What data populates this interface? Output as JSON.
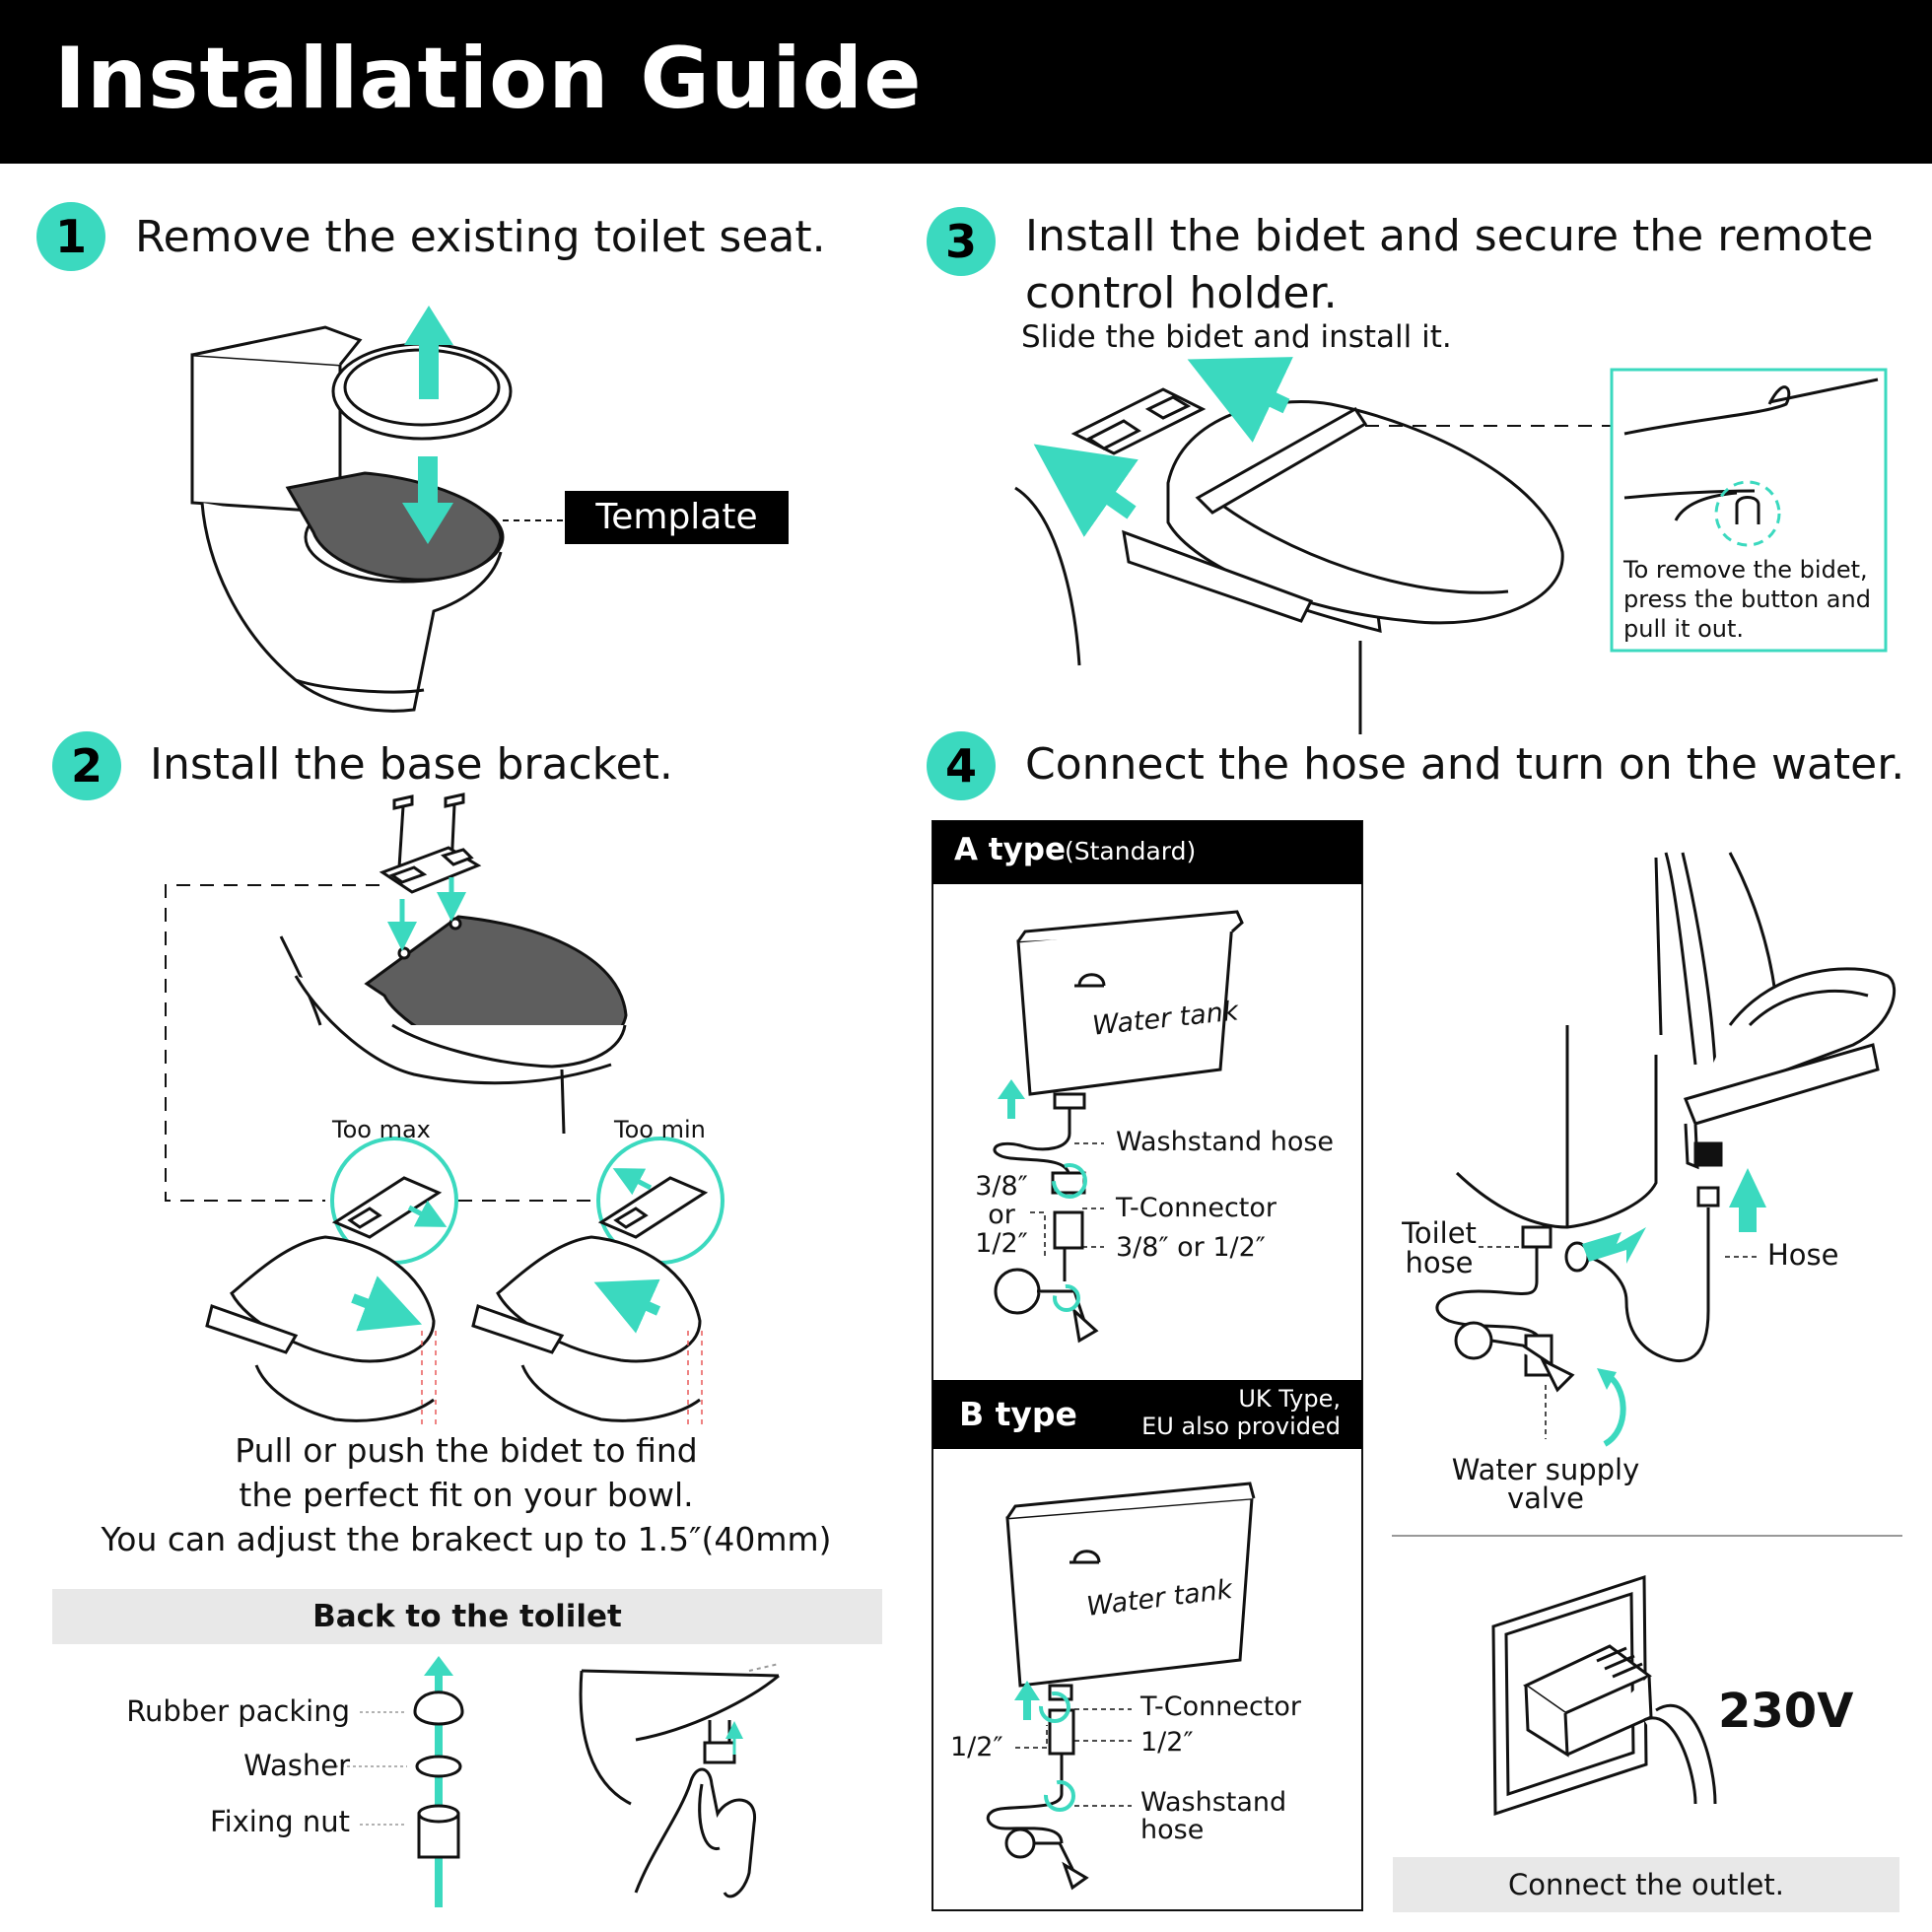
{
  "header": {
    "title": "Installation Guide"
  },
  "colors": {
    "accent": "#3bd9bf",
    "dark": "#000000",
    "panel_grey": "#e8e8e8",
    "seat_grey": "#5e5e5e"
  },
  "step1": {
    "number": "1",
    "title": "Remove the existing toilet seat.",
    "template_label": "Template"
  },
  "step2": {
    "number": "2",
    "title": "Install the base bracket.",
    "too_max": "Too max",
    "too_min": "Too min",
    "desc": [
      "Pull or push the bidet to find",
      "the perfect fit on your bowl.",
      "You can adjust the brakect up to 1.5″(40mm)"
    ],
    "back_bar": "Back to the tolilet",
    "parts": [
      "Rubber packing",
      "Washer",
      "Fixing nut"
    ]
  },
  "step3": {
    "number": "3",
    "title_lines": [
      "Install the bidet and secure the remote",
      "control holder."
    ],
    "subtitle": "Slide the bidet and install it.",
    "note_lines": [
      "To remove the bidet,",
      "press the button and",
      "pull it out."
    ]
  },
  "step4": {
    "number": "4",
    "title": "Connect the hose and turn on the water.",
    "a_type": {
      "title": "A type",
      "sub": "(Standard)",
      "tank": "Water tank",
      "washstand_hose": "Washstand hose",
      "t_connector": "T-Connector",
      "t_size": "3/8″ or 1/2″",
      "size_lines": [
        "3/8″",
        "or",
        "1/2″"
      ]
    },
    "b_type": {
      "title": "B type",
      "sub_lines": [
        "UK Type,",
        "EU also provided"
      ],
      "tank": "Water tank",
      "t_connector": "T-Connector",
      "t_size": "1/2″",
      "left_size": "1/2″",
      "washstand_lines": [
        "Washstand",
        "hose"
      ]
    },
    "toilet_hose_lines": [
      "Toilet",
      "hose"
    ],
    "hose": "Hose",
    "valve_lines": [
      "Water supply",
      "valve"
    ],
    "voltage": "230V",
    "outlet": "Connect the outlet."
  }
}
